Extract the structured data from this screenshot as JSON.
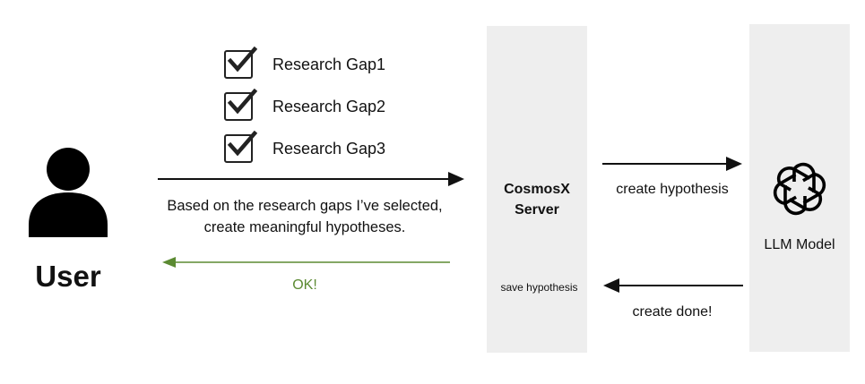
{
  "user": {
    "label": "User",
    "icon": "user-icon"
  },
  "research_gaps": [
    {
      "label": "Research Gap1",
      "checked": true
    },
    {
      "label": "Research Gap2",
      "checked": true
    },
    {
      "label": "Research Gap3",
      "checked": true
    }
  ],
  "request": {
    "line1": "Based on the research gaps I’ve selected,",
    "line2": "create meaningful hypotheses."
  },
  "response": {
    "ok": "OK!"
  },
  "server": {
    "name_line1": "CosmosX",
    "name_line2": "Server",
    "action": "save hypothesis"
  },
  "llm": {
    "label": "LLM Model",
    "icon": "openai-logo-icon"
  },
  "messages": {
    "to_llm": "create hypothesis",
    "from_llm": "create done!"
  },
  "colors": {
    "panel": "#eeeeee",
    "arrow": "#111111",
    "ok_arrow": "#5b8a32",
    "text": "#111111"
  }
}
